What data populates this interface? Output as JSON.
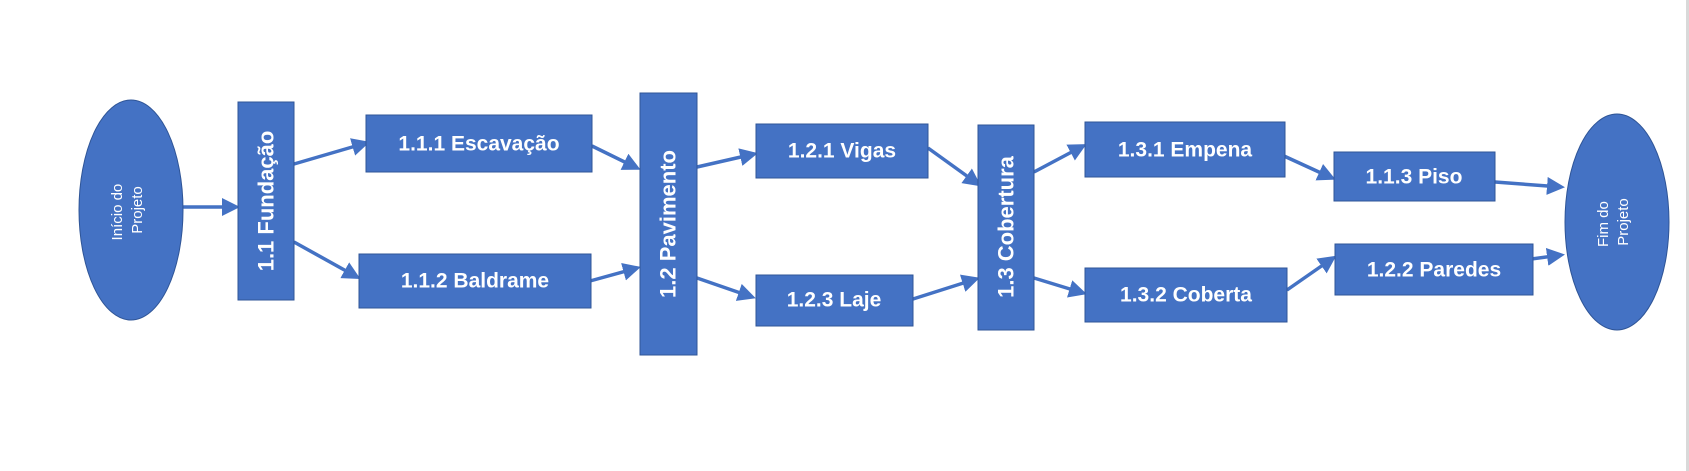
{
  "diagram": {
    "start": {
      "line1": "Início do",
      "line2": "Projeto"
    },
    "end": {
      "line1": "Fim do",
      "line2": "Projeto"
    },
    "phases": {
      "fundacao": "1.1 Fundação",
      "pavimento": "1.2 Pavimento",
      "cobertura": "1.3 Cobertura"
    },
    "tasks": {
      "escavacao": "1.1.1 Escavação",
      "baldrame": "1.1.2 Baldrame",
      "vigas": "1.2.1 Vigas",
      "laje": "1.2.3 Laje",
      "empena": "1.3.1 Empena",
      "coberta": "1.3.2 Coberta",
      "piso": "1.1.3 Piso",
      "paredes": "1.2.2 Paredes"
    },
    "colors": {
      "fill": "#4472C4",
      "border": "#2F5597",
      "text": "#FFFFFF"
    }
  }
}
